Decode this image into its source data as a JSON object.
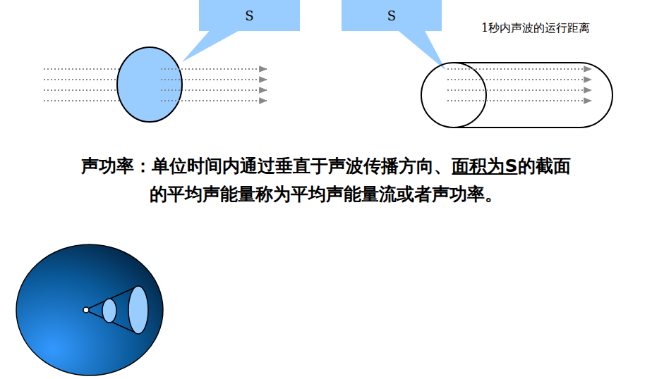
{
  "diagram": {
    "nodes": [
      {
        "text": [
          "S"
        ]
      },
      {
        "text": [
          "S"
        ]
      }
    ],
    "labels": [
      "1秒内声波的运行距离",
      "声功率：单位时间内通过垂直于声波传播方向、",
      "面积为S",
      "的截面",
      "的平均声能量称为平均声能量流或者声功率。"
    ]
  }
}
